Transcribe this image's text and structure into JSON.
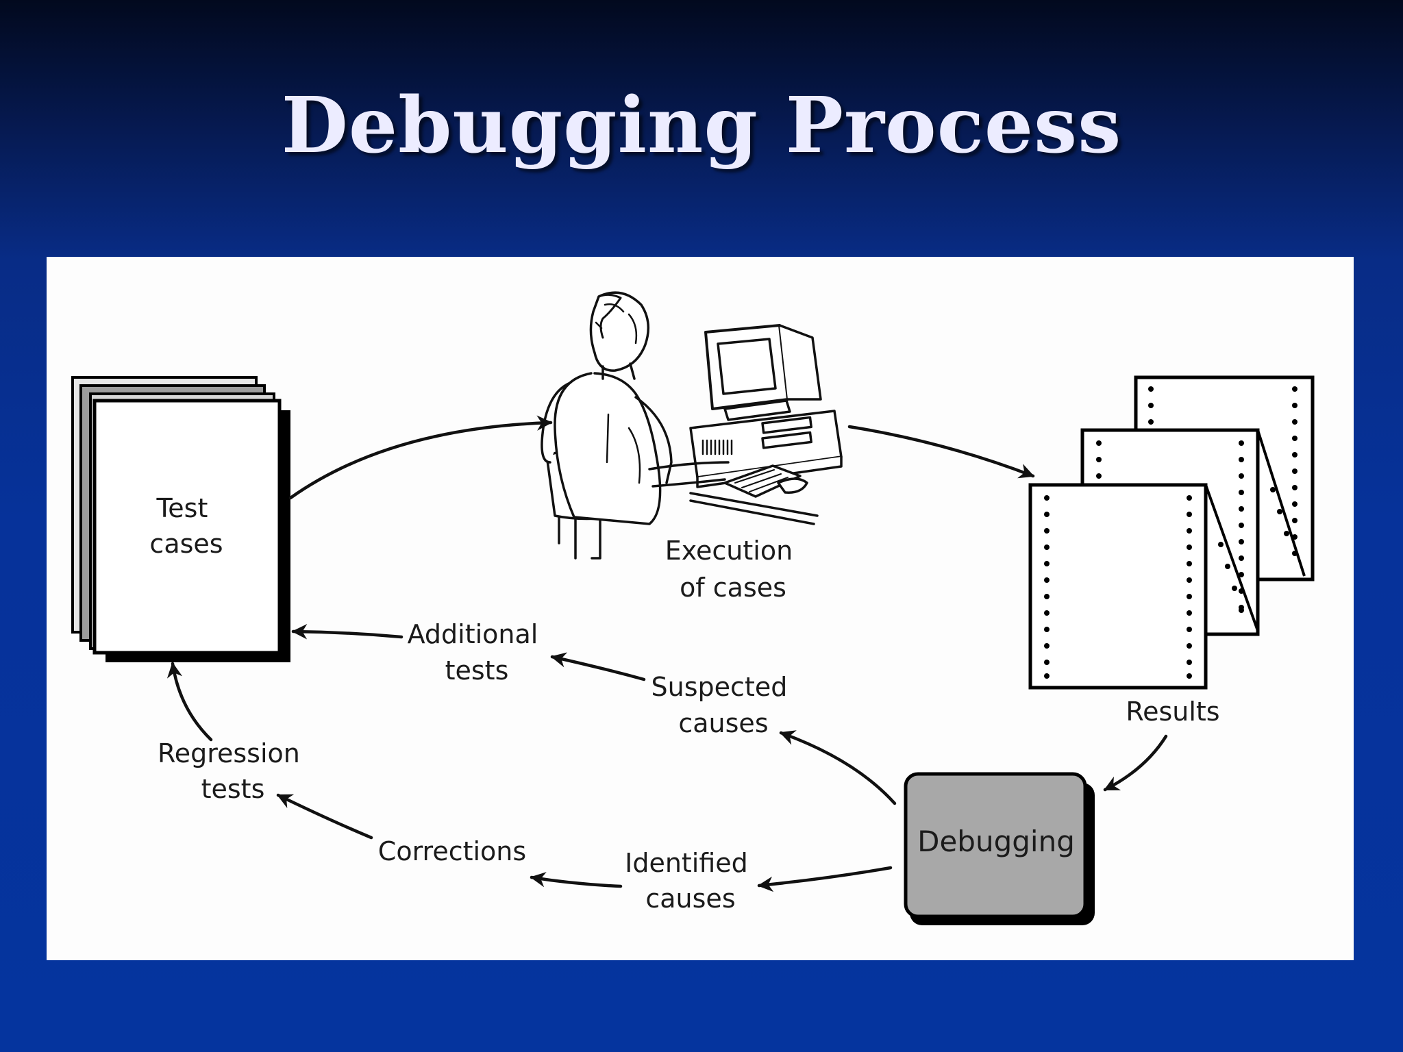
{
  "title": "Debugging Process",
  "labels": {
    "test_cases": [
      "Test",
      "cases"
    ],
    "execution": [
      "Execution",
      "of cases"
    ],
    "results": "Results",
    "debugging": "Debugging",
    "additional_tests": [
      "Additional",
      "tests"
    ],
    "suspected_causes": [
      "Suspected",
      "causes"
    ],
    "regression_tests": [
      "Regression",
      "tests"
    ],
    "corrections": "Corrections",
    "identified_causes": [
      "Identified",
      "causes"
    ]
  },
  "colors": {
    "background": "#05349e",
    "panel": "#fdfdfd",
    "debugging_box": "#a8a8a8",
    "title": "#ececff"
  }
}
